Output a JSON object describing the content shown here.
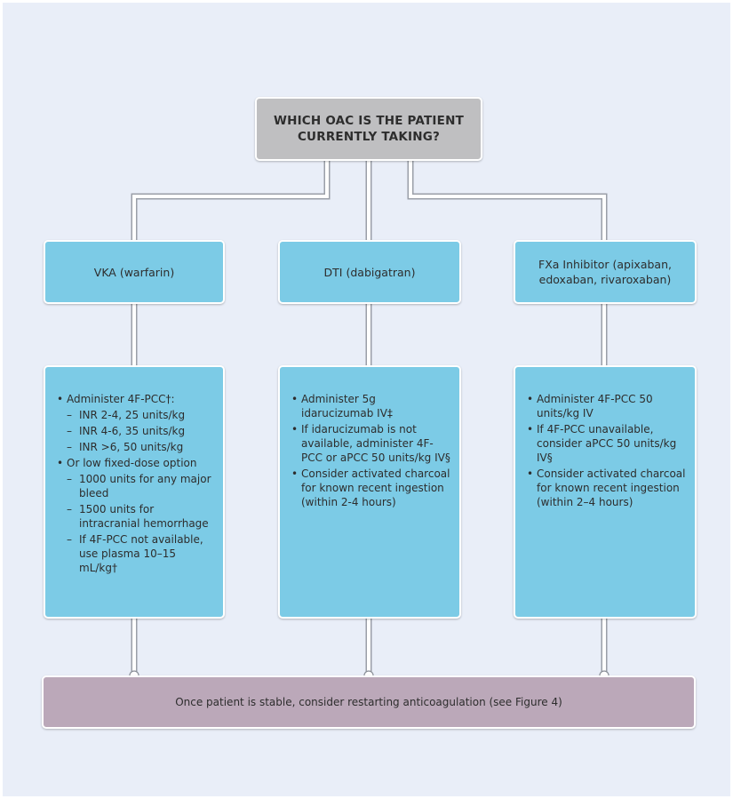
{
  "question": {
    "line1": "WHICH OAC IS THE PATIENT",
    "line2": "CURRENTLY TAKING?"
  },
  "columns": [
    {
      "type_lines": [
        "VKA (warfarin)"
      ],
      "items": [
        {
          "level": 1,
          "text": "Administer 4F-PCC†:"
        },
        {
          "level": 2,
          "text": "INR 2-4, 25 units/kg"
        },
        {
          "level": 2,
          "text": "INR 4-6, 35 units/kg"
        },
        {
          "level": 2,
          "text": "INR >6, 50 units/kg"
        },
        {
          "level": 1,
          "text": "Or low fixed-dose option"
        },
        {
          "level": 2,
          "text": "1000 units for any major bleed"
        },
        {
          "level": 2,
          "text": "1500 units for intracranial hemorrhage"
        },
        {
          "level": 2,
          "text": "If 4F-PCC not available, use plasma 10–15 mL/kg†"
        }
      ]
    },
    {
      "type_lines": [
        "DTI (dabigatran)"
      ],
      "items": [
        {
          "level": 1,
          "text": "Administer 5g idarucizumab IV‡"
        },
        {
          "level": 1,
          "text": "If idarucizumab is not available, administer 4F-PCC or aPCC 50 units/kg IV§"
        },
        {
          "level": 1,
          "text": "Consider activated charcoal for known recent ingestion (within 2-4 hours)"
        }
      ]
    },
    {
      "type_lines": [
        "FXa Inhibitor (apixaban,",
        "edoxaban, rivaroxaban)"
      ],
      "items": [
        {
          "level": 1,
          "text": "Administer 4F-PCC 50 units/kg IV"
        },
        {
          "level": 1,
          "text": "If 4F-PCC unavailable, consider aPCC 50 units/kg IV§"
        },
        {
          "level": 1,
          "text": "Consider activated charcoal for known recent ingestion (within 2–4 hours)"
        }
      ]
    }
  ],
  "footer": "Once patient is stable, consider restarting anticoagulation (see Figure 4)",
  "colors": {
    "background": "#e9eef8",
    "question_box": "#bfbfc1",
    "drug_box": "#7ccbe6",
    "footer_box": "#bba8b9",
    "connector": "#ffffff",
    "connector_edge": "#9a9fa8"
  }
}
